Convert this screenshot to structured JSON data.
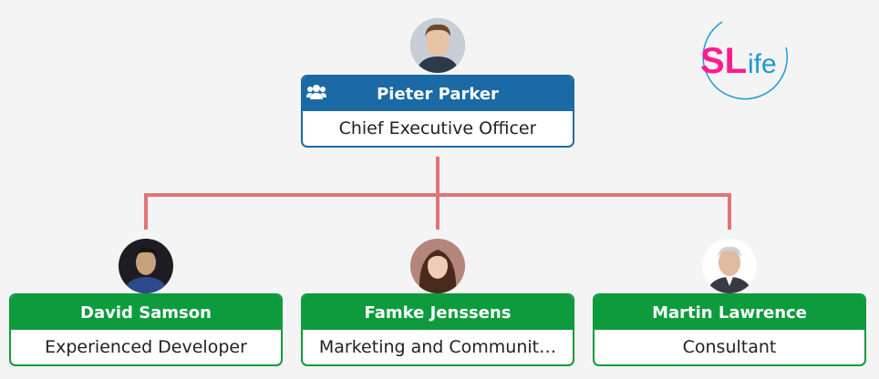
{
  "colors": {
    "connector": "#e07575",
    "root_header": "#1b6aa5",
    "child_header": "#0e9b3d",
    "logo_pink": "#ff1d8e",
    "logo_blue": "#1b9ad6"
  },
  "logo": {
    "brand_sl": "SL",
    "brand_rest": "ife"
  },
  "root": {
    "name": "Pieter Parker",
    "title": "Chief Executive Officer",
    "icon": "team-icon"
  },
  "children": [
    {
      "name": "David Samson",
      "title": "Experienced Developer"
    },
    {
      "name": "Famke Jenssens",
      "title": "Marketing and Communit…"
    },
    {
      "name": "Martin Lawrence",
      "title": "Consultant"
    }
  ]
}
